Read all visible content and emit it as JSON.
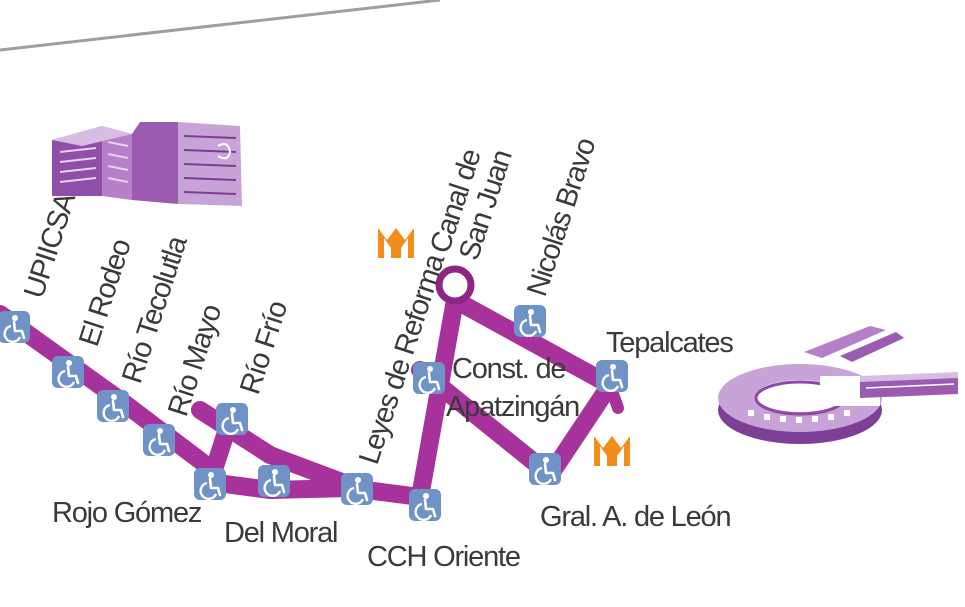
{
  "colors": {
    "route": "#a8329b",
    "route_dark": "#8e2585",
    "stop_icon_bg": "#6f93c7",
    "stop_icon_fg": "#ffffff",
    "metro_logo": "#f28c1c",
    "label_text": "#3a3a3a",
    "building": "#9a5bb0",
    "building_light": "#c8a3d8",
    "divider": "#9e9e9e"
  },
  "stations": {
    "upiicsa": "UPIICSA",
    "el_rodeo": "El Rodeo",
    "rio_tecolutla": "Río Tecolutla",
    "rio_mayo": "Río Mayo",
    "rio_frio": "Río Frío",
    "rojo_gomez": "Rojo Gómez",
    "del_moral": "Del Moral",
    "leyes_de_reforma": "Leyes de Reforma",
    "cch_oriente": "CCH Oriente",
    "canal_de_san_juan_1": "Canal de",
    "canal_de_san_juan_2": "San Juan",
    "nicolas_bravo": "Nicolás Bravo",
    "const_apatzingan_1": "Const. de",
    "const_apatzingan_2": "Apatzingán",
    "tepalcates": "Tepalcates",
    "gral_a_de_leon": "Gral. A. de León"
  },
  "icons": {
    "accessibility": "wheelchair-accessible-icon",
    "metro": "metro-logo-icon",
    "terminal": "terminal-ring-icon",
    "campus_building": "upiicsa-building-icon",
    "depot": "tepalcates-depot-icon"
  }
}
